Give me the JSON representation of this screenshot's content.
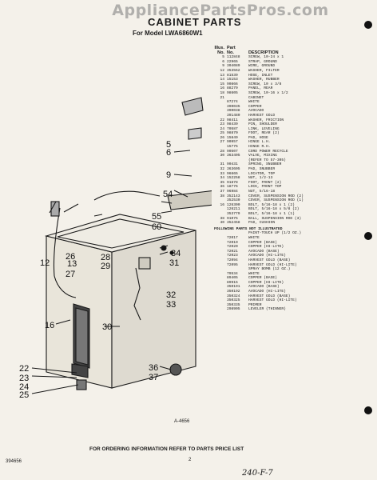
{
  "watermark": "AppliancePartsPros.com",
  "title": "CABINET PARTS",
  "subtitle": "For Model LWA6860W1",
  "parts_header": {
    "illus": "Illus.",
    "no_label": "No.",
    "part": "Part",
    "part_no": "No.",
    "desc": "DESCRIPTION"
  },
  "parts": [
    [
      "5",
      "112848",
      "SCREW, 10-24 x 1"
    ],
    [
      "6",
      "22965",
      "STRAP, GROUND"
    ],
    [
      "9",
      "304089",
      "WIRE, GROUND"
    ],
    [
      "12",
      "353562",
      "WASHER, FILTER"
    ],
    [
      "13",
      "81539",
      "HOSE, INLET"
    ],
    [
      "14",
      "15153",
      "WASHER, RUBBER"
    ],
    [
      "15",
      "90866",
      "SCREW, 10 x 3/8"
    ],
    [
      "16",
      "88279",
      "PANEL, REAR"
    ],
    [
      "18",
      "98605",
      "SCREW, 10-16 x 1/2"
    ],
    [
      "21",
      "",
      "CABINET"
    ],
    [
      "",
      "87274",
      "WHITE"
    ],
    [
      "",
      "390035",
      "COPPER"
    ],
    [
      "",
      "390038",
      "AVOCADO"
    ],
    [
      "",
      "391480",
      "HARVEST GOLD"
    ],
    [
      "22",
      "98411",
      "WASHER, FRICTION"
    ],
    [
      "23",
      "98439",
      "PIN, SHOULDER"
    ],
    [
      "24",
      "70587",
      "LINK, LEVELING"
    ],
    [
      "25",
      "98870",
      "FOOT, REAR (2)"
    ],
    [
      "26",
      "15849",
      "PAD, HOSE"
    ],
    [
      "27",
      "90957",
      "HINGE L.H."
    ],
    [
      "",
      "15775",
      "HINGE R.H."
    ],
    [
      "28",
      "90507",
      "CORD POWER RECYCLE"
    ],
    [
      "30",
      "363405",
      "VALVE, MIXING"
    ],
    [
      "",
      "",
      "(REFER TO 57-305)"
    ],
    [
      "31",
      "90431",
      "SPRING, SNUBBER"
    ],
    [
      "32",
      "363605",
      "PAD, SNUBBER"
    ],
    [
      "33",
      "96665",
      "LOCATOR, TOP"
    ],
    [
      "34",
      "152258",
      "NUT, 1/2-13"
    ],
    [
      "35",
      "91878",
      "FOOT, FRONT (2)"
    ],
    [
      "36",
      "18776",
      "LOCK, FRONT TOP"
    ],
    [
      "37",
      "96984",
      "NUT, 5/16-18"
    ],
    [
      "38",
      "352143",
      "COVER, SUSPENSION ROD (2)"
    ],
    [
      "",
      "352530",
      "COVER, SUSPENSION ROD (1)"
    ],
    [
      "16",
      "126300",
      "BOLT, 5/16-18 x 1 (2)"
    ],
    [
      "",
      "126211",
      "BOLT, 5/16-18 x 5/8 (2)"
    ],
    [
      "",
      "353779",
      "BOLT, 5/16-18 x 1 (1)"
    ],
    [
      "38",
      "91075",
      "BALL, SUSPENSION ROD (3)"
    ],
    [
      "40",
      "352458",
      "PAD, CUSHION"
    ]
  ],
  "following_header": "FOLLOWING PARTS NOT ILLUSTRATED",
  "following": [
    [
      "",
      "PAINT-TOUCH UP (1/2 OZ.)"
    ],
    [
      "72017",
      "WHITE"
    ],
    [
      "72019",
      "COPPER (BASE)"
    ],
    [
      "72020",
      "COPPER (HI-LITE)"
    ],
    [
      "72021",
      "AVOCADO (BASE)"
    ],
    [
      "72023",
      "AVOCADO (HI-LITE)"
    ],
    [
      "72094",
      "HARVEST GOLD (BASE)"
    ],
    [
      "72095",
      "HARVEST GOLD (HI-LITE)"
    ],
    [
      "",
      "SPRAY BOMB (12 OZ.)"
    ],
    [
      "79534",
      "WHITE"
    ],
    [
      "89405",
      "COPPER (BASE)"
    ],
    [
      "89915",
      "COPPER (HI-LITE)"
    ],
    [
      "350191",
      "AVOCADO (BASE)"
    ],
    [
      "350192",
      "AVOCADO (HI-LITE)"
    ],
    [
      "350324",
      "HARVEST GOLD (BASE)"
    ],
    [
      "350325",
      "HARVEST GOLD (HI-LITE)"
    ],
    [
      "350335",
      "PRIMER"
    ],
    [
      "298905",
      "LEVELER (THINNER)"
    ]
  ],
  "callouts": {
    "c5": "5",
    "c6": "6",
    "c9": "9",
    "c54": "54",
    "c55": "55",
    "c60": "60",
    "c12": "12",
    "c26": "26",
    "c28": "28",
    "c29": "29",
    "c13": "13",
    "c27": "27",
    "c34": "34",
    "c31": "31",
    "c32": "32",
    "c33": "33",
    "c16": "16",
    "c30": "30",
    "c22": "22",
    "c23": "23",
    "c24": "24",
    "c25": "25",
    "c36": "36",
    "c37": "37"
  },
  "figure_code": "A-4656",
  "footer": "FOR ORDERING INFORMATION REFER TO PARTS PRICE LIST",
  "page_number": "2",
  "handwritten": "240-F-7",
  "stock_number": "394656"
}
